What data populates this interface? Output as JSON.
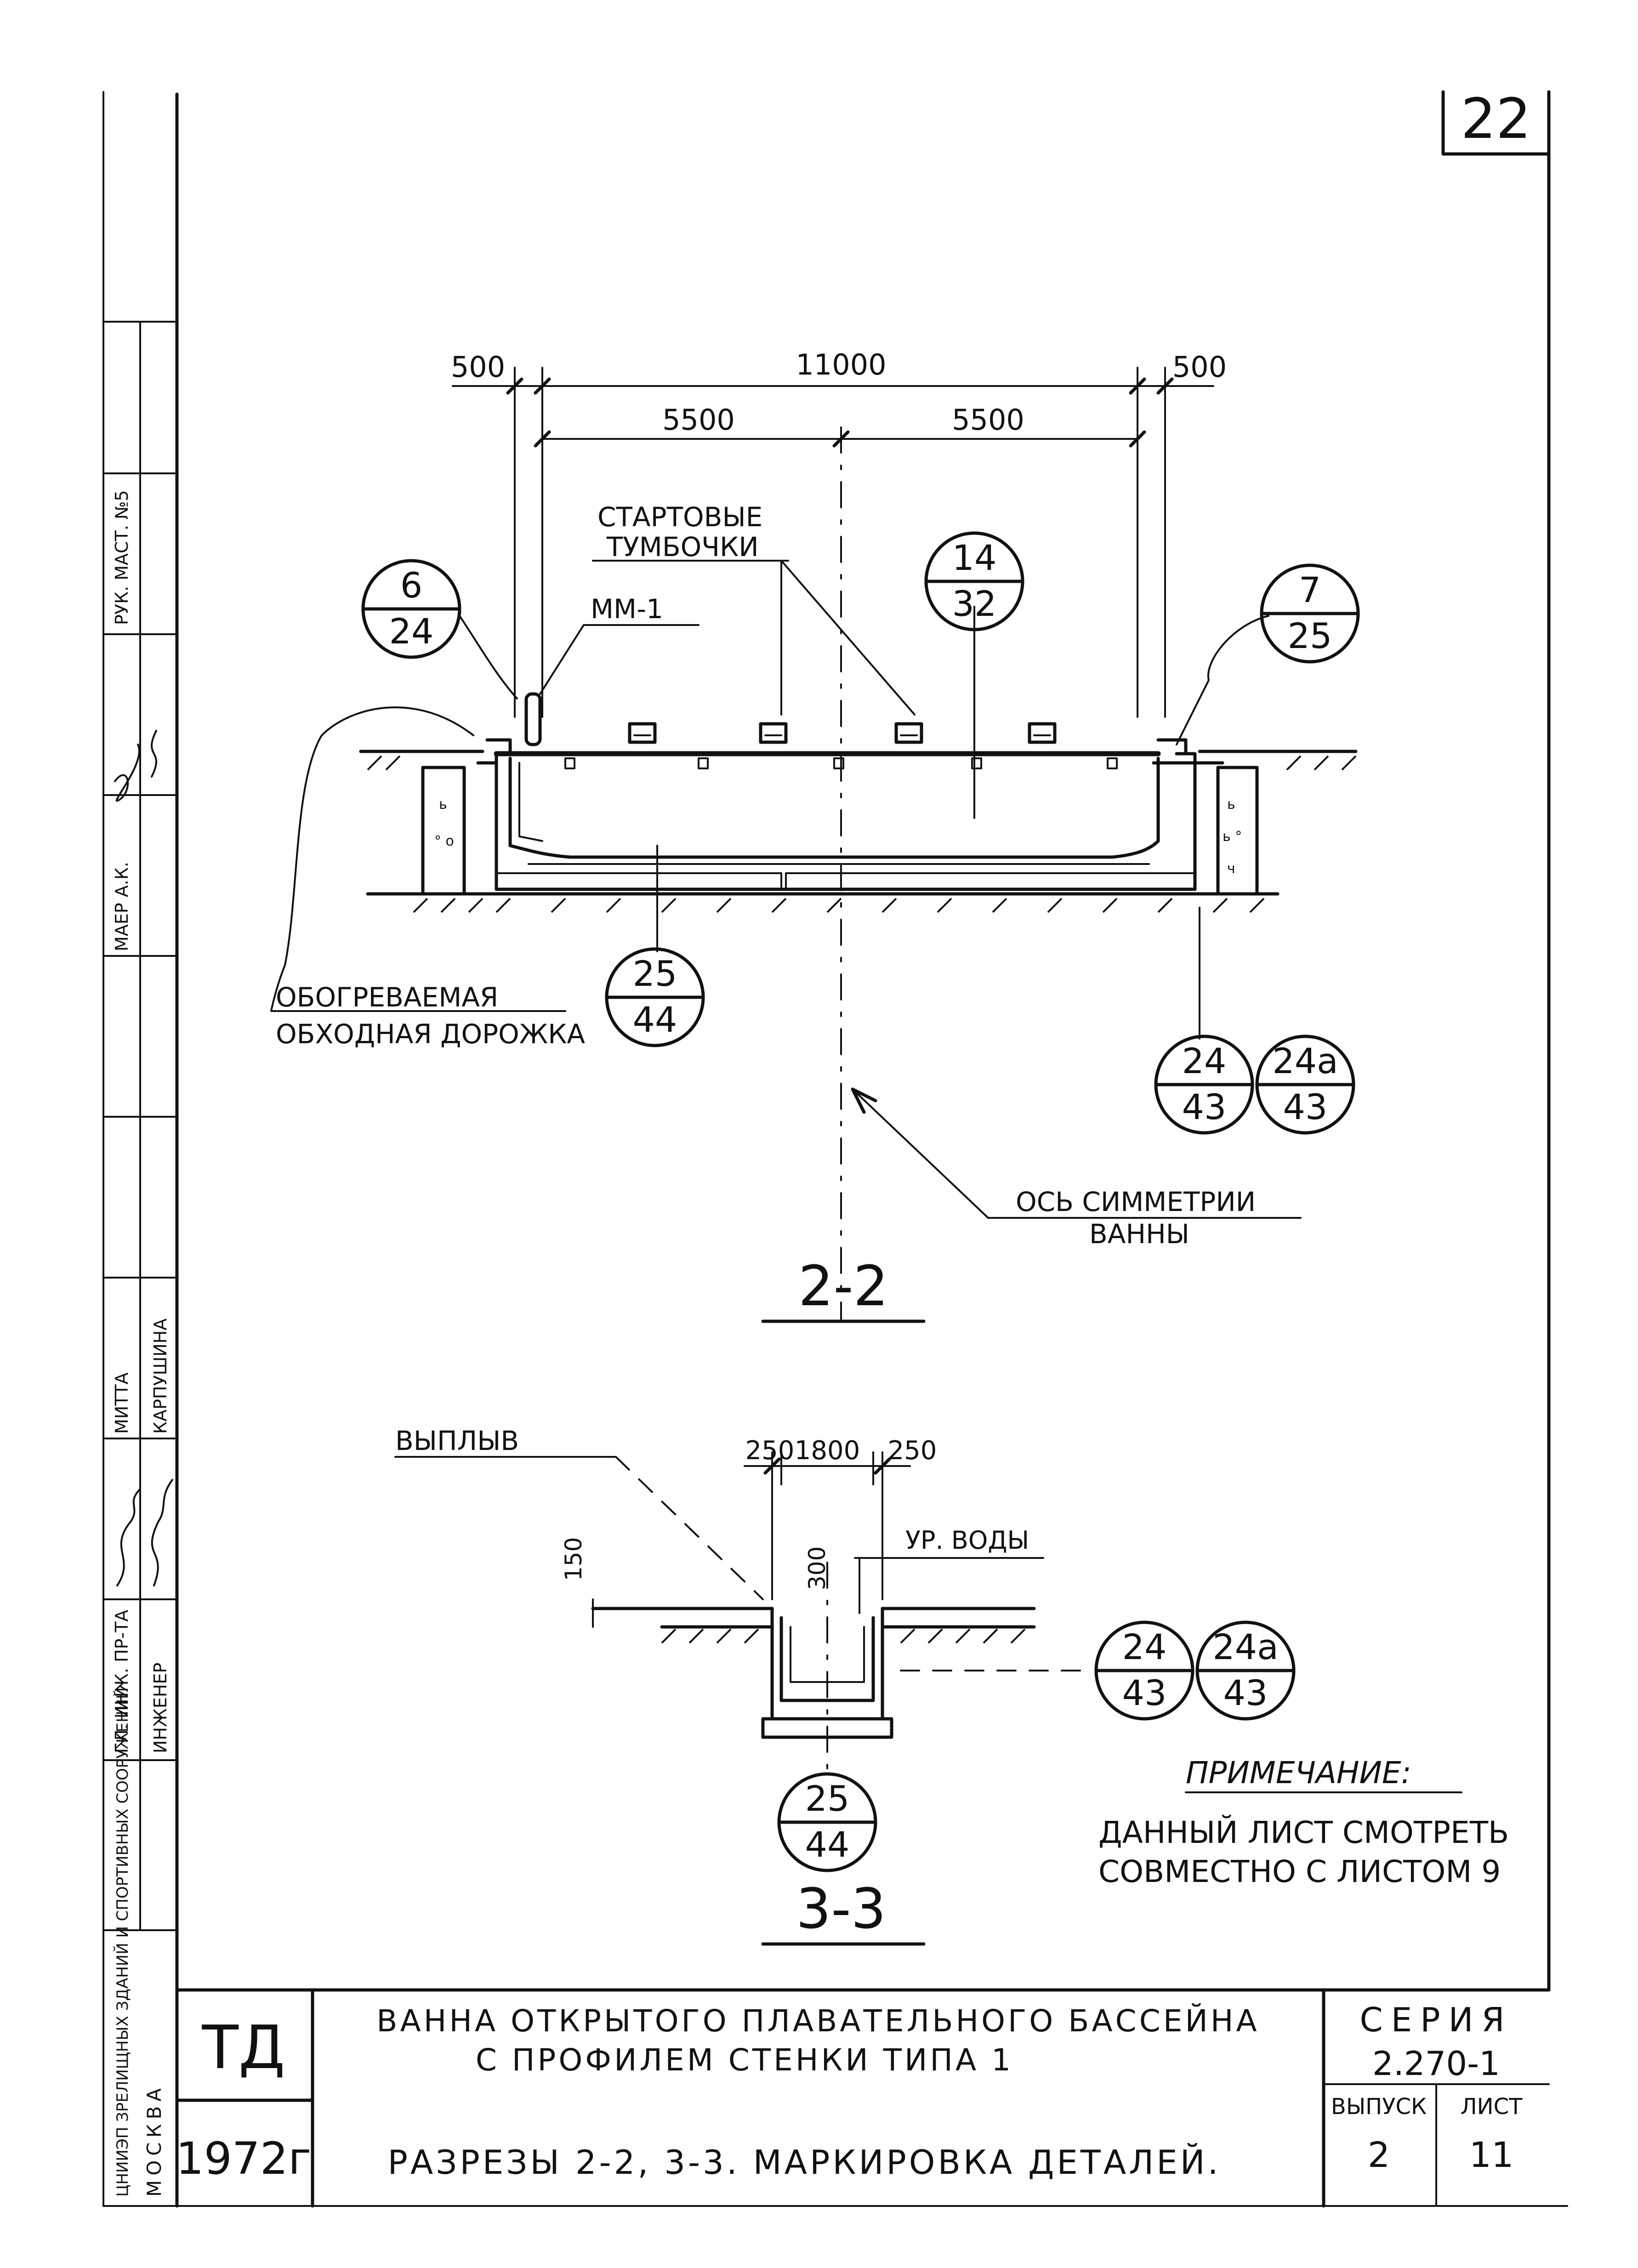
{
  "sheet_number": "22",
  "section_2_2": {
    "title": "2-2",
    "dim_total": "11000",
    "dim_left_edge": "500",
    "dim_right_edge": "500",
    "dim_half_left": "5500",
    "dim_half_right": "5500",
    "label_starting_blocks_line1": "СТАРТОВЫЕ",
    "label_starting_blocks_line2": "ТУМБОЧКИ",
    "label_mm1": "ММ-1",
    "label_walkway_line1": "ОБОГРЕВАЕМАЯ",
    "label_walkway_line2": "ОБХОДНАЯ ДОРОЖКА",
    "label_axis_line1": "ОСЬ СИММЕТРИИ",
    "label_axis_line2": "ВАННЫ",
    "refs": [
      {
        "top": "6",
        "bottom": "24"
      },
      {
        "top": "14",
        "bottom": "32"
      },
      {
        "top": "7",
        "bottom": "25"
      },
      {
        "top": "25",
        "bottom": "44"
      },
      {
        "top": "24",
        "bottom": "43"
      },
      {
        "top": "24а",
        "bottom": "43"
      }
    ]
  },
  "section_3_3": {
    "title": "3-3",
    "label_overflow": "ВЫПЛЫВ",
    "label_water_level": "УР. ВОДЫ",
    "dim_left": "250",
    "dim_mid": "1800",
    "dim_right": "250",
    "dim_vertical_left": "150",
    "dim_vertical_mid": "300",
    "refs": [
      {
        "top": "24",
        "bottom": "43"
      },
      {
        "top": "24а",
        "bottom": "43"
      },
      {
        "top": "25",
        "bottom": "44"
      }
    ]
  },
  "note": {
    "title": "ПРИМЕЧАНИЕ:",
    "line1": "ДАННЫЙ ЛИСТ СМОТРЕТЬ",
    "line2": "СОВМЕСТНО С ЛИСТОМ 9"
  },
  "side_stamp": {
    "organization_line1": "ЦНИИЭП ЗРЕЛИЩНЫХ ЗДАНИЙ И СПОРТИВНЫХ СООРУЖЕНИЙ",
    "organization_line2": "МОСКВА",
    "roles": [
      "РУК. МАСТ. №5",
      "ГЛ. ИНЖ. ПР-ТА",
      "ИНЖЕНЕР"
    ],
    "names": [
      "МАЕР А.К.",
      "МИТТА",
      "КАРПУШИНА"
    ]
  },
  "title_block": {
    "logo_text": "ТД",
    "year": "1972г",
    "title_line1": "ВАННА ОТКРЫТОГО ПЛАВАТЕЛЬНОГО БАССЕЙНА",
    "title_line2": "С ПРОФИЛЕМ СТЕНКИ ТИПА 1",
    "subtitle": "РАЗРЕЗЫ 2-2, 3-3. МАРКИРОВКА ДЕТАЛЕЙ.",
    "series_label": "СЕРИЯ",
    "series_value": "2.270-1",
    "issue_label": "ВЫПУСК",
    "issue_value": "2",
    "sheet_label": "ЛИСТ",
    "sheet_value": "11"
  }
}
